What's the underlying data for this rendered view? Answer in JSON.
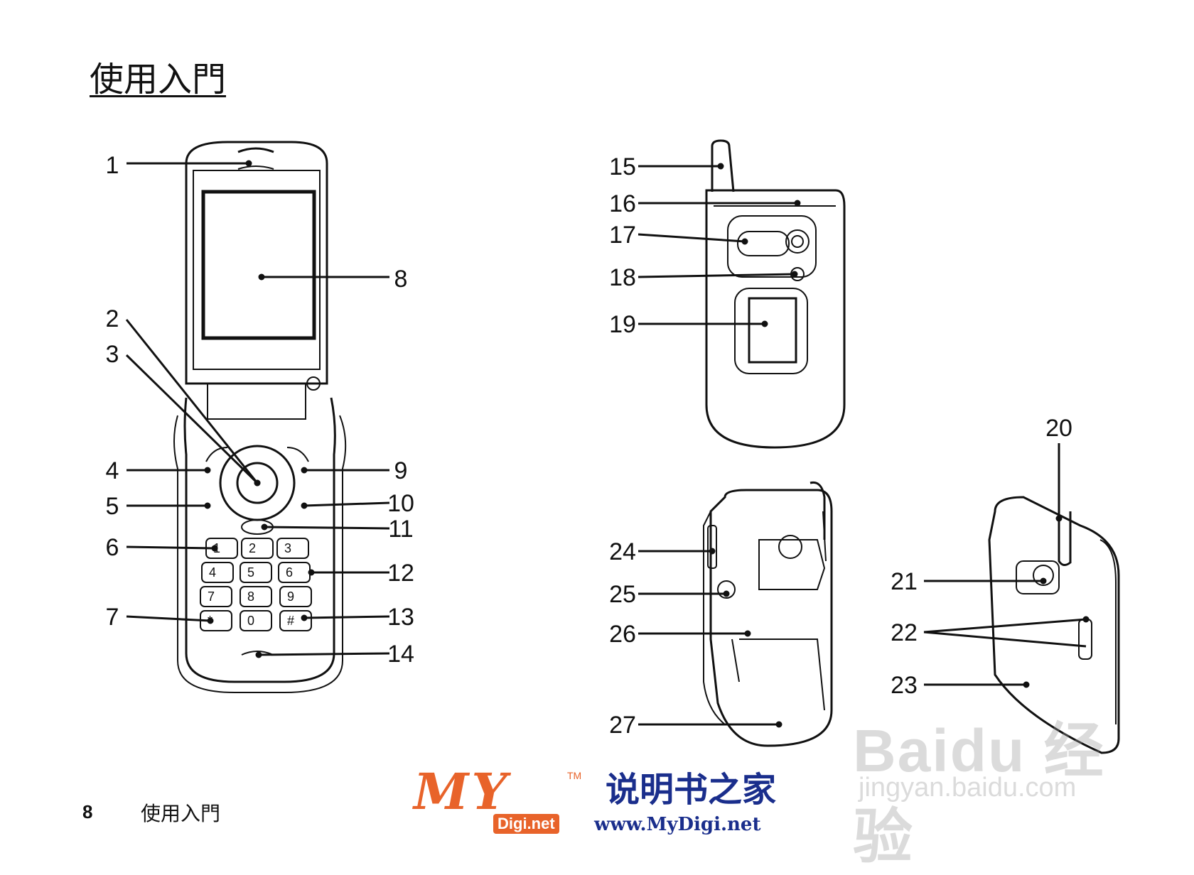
{
  "page_title": "使用入門",
  "footer": {
    "page_number": "8",
    "section": "使用入門"
  },
  "callouts": [
    "1",
    "2",
    "3",
    "4",
    "5",
    "6",
    "7",
    "8",
    "9",
    "10",
    "11",
    "12",
    "13",
    "14",
    "15",
    "16",
    "17",
    "18",
    "19",
    "20",
    "21",
    "22",
    "23",
    "24",
    "25",
    "26",
    "27"
  ],
  "keypad": [
    "1",
    "2",
    "3",
    "4",
    "5",
    "6",
    "7",
    "8",
    "9",
    "*",
    "0",
    "#"
  ],
  "logo": {
    "brand": "MY",
    "tm": "TM",
    "digi": "Digi.net",
    "cn_name": "说明书之家",
    "url": "www.MyDigi.net"
  },
  "watermark": {
    "brand": "Baidu 经验",
    "url": "jingyan.baidu.com"
  }
}
